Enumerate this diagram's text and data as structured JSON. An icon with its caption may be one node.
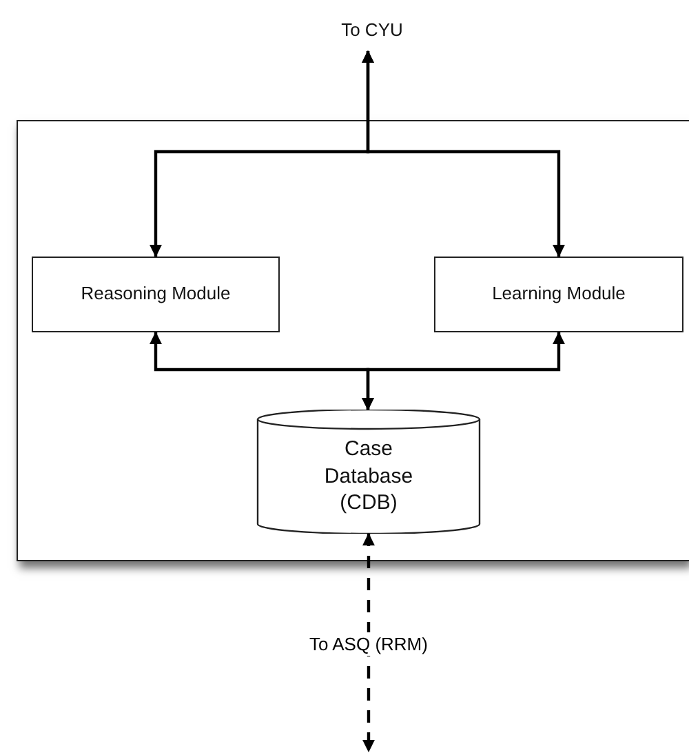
{
  "diagram": {
    "nodes": [
      {
        "text": [
          "To CYU"
        ]
      },
      {
        "text": [],
        "shape": "box"
      },
      {
        "text": [
          "Reasoning Module"
        ],
        "in": 1
      },
      {
        "text": [
          "Learning Module"
        ],
        "in": 1
      },
      {
        "text": [
          "Case Database (CDB)"
        ],
        "in": 1
      }
    ],
    "edges": [
      {
        "from": 2,
        "to": 0,
        "arrow": "both"
      },
      {
        "from": 3,
        "to": 0,
        "arrow": "both"
      },
      {
        "from": 2,
        "to": 4,
        "arrow": "both"
      },
      {
        "from": 3,
        "to": 4,
        "arrow": "both"
      },
      {
        "from": 4,
        "to": null,
        "arrow": "both",
        "style": "dashed",
        "label": "To ASQ (RRM)"
      }
    ]
  }
}
